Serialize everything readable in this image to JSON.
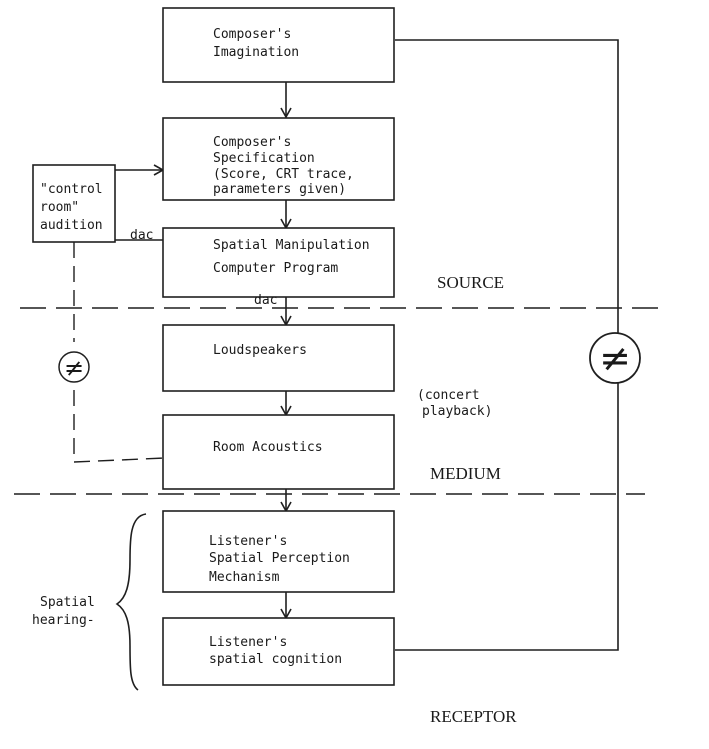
{
  "boxes": {
    "imagination": [
      "Composer's",
      "Imagination"
    ],
    "specification": [
      "Composer's",
      "Specification",
      "(Score, CRT trace,",
      "parameters given)"
    ],
    "program": [
      "Spatial Manipulation",
      "Computer Program"
    ],
    "loudspeakers": [
      "Loudspeakers"
    ],
    "room_acoustics": [
      "Room Acoustics"
    ],
    "perception": [
      "Listener's",
      "Spatial Perception",
      "Mechanism"
    ],
    "cognition": [
      "Listener's",
      "spatial cognition"
    ],
    "control_room": [
      "\"control",
      "room\"",
      "audition"
    ]
  },
  "labels": {
    "dac_left": "dac",
    "dac_center": "dac",
    "concert_playback": [
      "(concert",
      "playback)"
    ],
    "spatial_hearing": [
      "Spatial",
      "hearing-"
    ],
    "not_equal": "≠"
  },
  "sections": {
    "source": "SOURCE",
    "medium": "MEDIUM",
    "receptor": "RECEPTOR"
  }
}
